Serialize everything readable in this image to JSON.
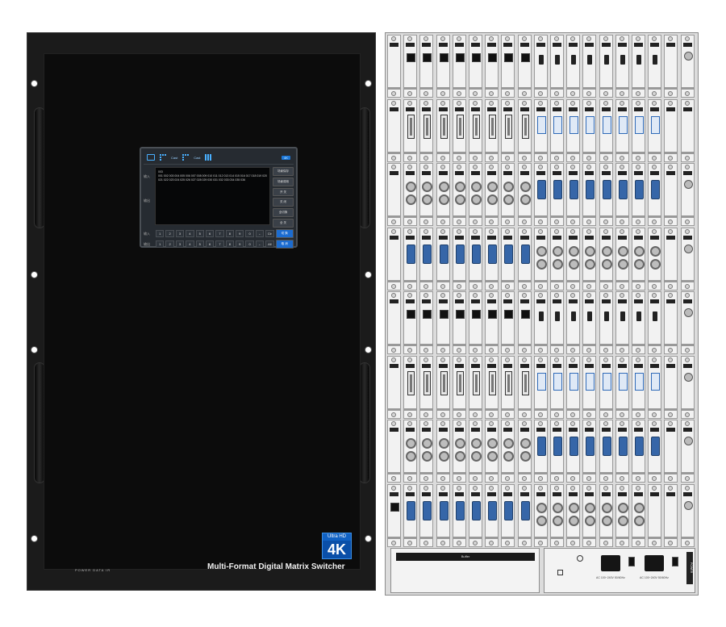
{
  "front": {
    "lcd": {
      "row_labels": [
        "输入",
        "输出"
      ],
      "screen_line1": "003",
      "screen_text": "001 002 003 004 005 006 007 008 009 010 011 012 013 014 015 016 017 018 019 020 021 022 023 024 025 026 027 028 029 030 031 032 033 034 035 036",
      "buttons": [
        "场景保存",
        "场景调用",
        "开 关",
        "关 闭",
        "全切换",
        "全 关"
      ],
      "blue_buttons": [
        "切 换",
        "取 消"
      ],
      "keypad_rows": [
        {
          "label": "输入",
          "keys": [
            "1",
            "2",
            "3",
            "4",
            "5",
            "6",
            "7",
            "8",
            "9",
            "0",
            "←",
            "Clr"
          ]
        },
        {
          "label": "输出",
          "keys": [
            "1",
            "2",
            "3",
            "4",
            "5",
            "6",
            "7",
            "8",
            "9",
            "0",
            "←",
            "All"
          ]
        }
      ],
      "top_icons": [
        "tv-icon",
        "cast-icon",
        "cast-icon",
        "grid-icon"
      ],
      "top_labels": [
        "Cast",
        "Cast"
      ],
      "badge": "4K"
    },
    "badge_line1": "Ultra HD",
    "badge_line2": "4K",
    "title": "Multi-Format Digital Matrix Switcher",
    "status": "POWER DATA  IR"
  },
  "rear": {
    "rows": [
      {
        "ports": [
          "blank",
          "rj45",
          "rj45",
          "rj45",
          "rj45",
          "rj45",
          "rj45",
          "rj45",
          "rj45",
          "hdmi",
          "hdmi",
          "hdmi",
          "hdmi",
          "hdmi",
          "hdmi",
          "hdmi",
          "hdmi",
          "blank",
          "fan"
        ]
      },
      {
        "ports": [
          "blank",
          "dvi",
          "dvi",
          "dvi",
          "dvi",
          "dvi",
          "dvi",
          "dvi",
          "dvi",
          "fiber",
          "fiber",
          "fiber",
          "fiber",
          "fiber",
          "fiber",
          "fiber",
          "fiber",
          "blank",
          "blank"
        ]
      },
      {
        "ports": [
          "blank",
          "bnc",
          "bnc",
          "bnc",
          "bnc",
          "bnc",
          "bnc",
          "bnc",
          "bnc",
          "vga",
          "vga",
          "vga",
          "vga",
          "vga",
          "vga",
          "vga",
          "vga",
          "blank",
          "fan"
        ]
      },
      {
        "ports": [
          "blank",
          "vga",
          "vga",
          "vga",
          "vga",
          "vga",
          "vga",
          "vga",
          "vga",
          "bnc",
          "bnc",
          "bnc",
          "bnc",
          "bnc",
          "bnc",
          "bnc",
          "bnc",
          "blank",
          "fan"
        ]
      },
      {
        "ports": [
          "blank",
          "rj45",
          "rj45",
          "rj45",
          "rj45",
          "rj45",
          "rj45",
          "rj45",
          "rj45",
          "hdmi",
          "hdmi",
          "hdmi",
          "hdmi",
          "hdmi",
          "hdmi",
          "hdmi",
          "hdmi",
          "blank",
          "fan"
        ]
      },
      {
        "ports": [
          "blank",
          "dvi",
          "dvi",
          "dvi",
          "dvi",
          "dvi",
          "dvi",
          "dvi",
          "dvi",
          "fiber",
          "fiber",
          "fiber",
          "fiber",
          "fiber",
          "fiber",
          "fiber",
          "fiber",
          "blank",
          "fan"
        ]
      },
      {
        "ports": [
          "blank",
          "bnc",
          "bnc",
          "bnc",
          "bnc",
          "bnc",
          "bnc",
          "bnc",
          "bnc",
          "vga",
          "vga",
          "vga",
          "vga",
          "vga",
          "vga",
          "vga",
          "vga",
          "blank",
          "fan"
        ]
      },
      {
        "ports": [
          "rj45",
          "vga",
          "vga",
          "vga",
          "vga",
          "vga",
          "vga",
          "vga",
          "vga",
          "bnc",
          "bnc",
          "bnc",
          "bnc",
          "bnc",
          "bnc",
          "bnc",
          "blank",
          "blank",
          "fan"
        ]
      }
    ],
    "psu_bar": "Buffer",
    "psu_labels": [
      "AC 100~240V 50/60Hz",
      "AC 100~240V 50/60Hz"
    ],
    "power_tag": "POWER"
  }
}
